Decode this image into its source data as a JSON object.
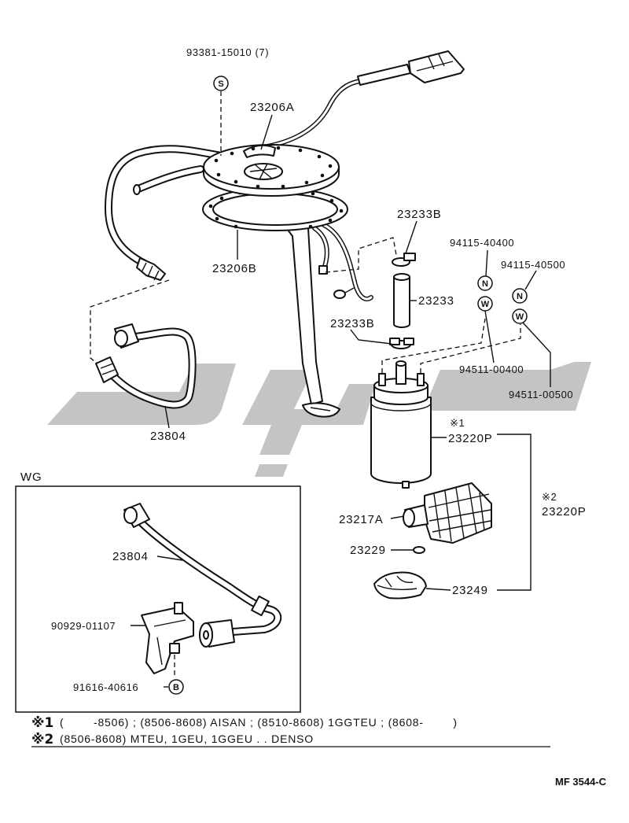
{
  "labels": {
    "screw_part": "93381-15010 (7)",
    "screw_marker": "S",
    "gauge_top": "23206A",
    "gasket": "23206B",
    "clamp_top": "23233B",
    "hose": "23233",
    "clamp_bottom": "23233B",
    "nut_a": "94115-40400",
    "nut_b": "94115-40500",
    "nut_a_marker": "N",
    "washer_a_marker": "W",
    "nut_b_marker": "N",
    "washer_b_marker": "W",
    "washer_a": "94511-00400",
    "washer_b": "94511-00500",
    "hose_main": "23804",
    "pump_note": "※1",
    "pump": "23220P",
    "pump_alt_note": "※2",
    "pump_alt": "23220P",
    "filter": "23217A",
    "oring": "23229",
    "cushion": "23249"
  },
  "wg_panel": {
    "title": "WG",
    "hose": "23804",
    "bracket": "90929-01107",
    "bolt": "91616-40616",
    "bolt_marker": "B"
  },
  "notes": [
    {
      "mark": "※1",
      "text": "(        -8506) ; (8506-8608) AISAN ; (8510-8608) 1GGTEU ; (8608-        )"
    },
    {
      "mark": "※2",
      "text": "(8506-8608) MTEU, 1GEU, 1GGEU . . DENSO"
    }
  ],
  "figure_code": "MF 3544-C",
  "colors": {
    "line": "#111111",
    "watermark": "#c4c4c4"
  }
}
